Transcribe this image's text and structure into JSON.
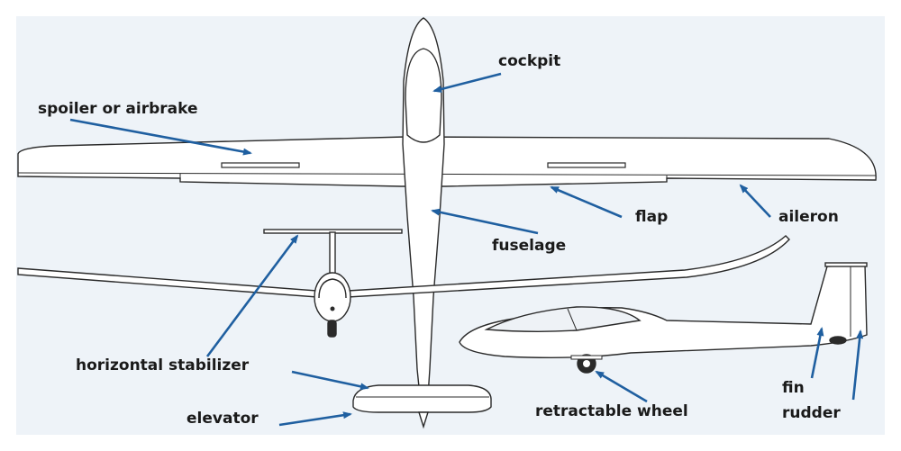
{
  "labels": {
    "cockpit": "cockpit",
    "spoiler": "spoiler or airbrake",
    "flap": "flap",
    "aileron": "aileron",
    "fuselage": "fuselage",
    "horizontal_stabilizer": "horizontal stabilizer",
    "elevator": "elevator",
    "retractable_wheel": "retractable wheel",
    "fin": "fin",
    "rudder": "rudder"
  },
  "colors": {
    "background_panel": "#eef3f8",
    "outline": "#2a2a2a",
    "body_fill": "#ffffff",
    "arrow": "#1f5fa0",
    "canopy_fill": "#e6ecf2"
  }
}
